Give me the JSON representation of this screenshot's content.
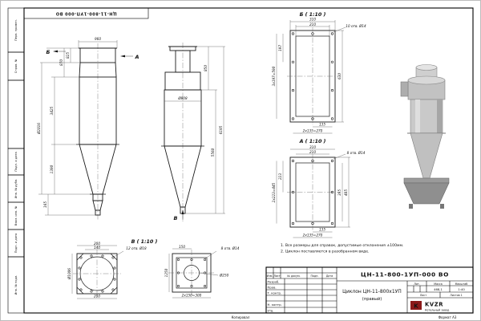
{
  "sheet": {
    "stamp_top": "ЦН-11-800-1УП-000 ВО",
    "copied": "Копировал",
    "format": "Формат А3",
    "margin_labels": {
      "perv": "Перв. примен.",
      "sprav": "Справ. №",
      "podp1": "Подп. и дата",
      "inv_dubl": "Инв. № дубл.",
      "vzam": "Взам. инв. №",
      "podp2": "Подп. и дата",
      "inv_podl": "Инв. № подл."
    }
  },
  "views": {
    "front": {
      "arrow_b": "Б",
      "arrow_a": "А",
      "dim_960": "960",
      "dim_825": "825",
      "dim_870": "870",
      "dim_3425": "3425",
      "dim_1390": "1390",
      "dim_165": "165",
      "dim_dia": "Ø2016"
    },
    "side": {
      "arrow_v": "В",
      "dim_dia": "Ø808",
      "dim_850": "850",
      "dim_5560": "5560",
      "dim_6195": "6195"
    },
    "section_b": {
      "title": "Б ( 1:10 )",
      "dim_310": "310",
      "dim_210": "210",
      "holes": "10 отв. Ø14",
      "dim_197": "197",
      "dim_3x197": "3x197=590",
      "dim_630": "630",
      "dim_135": "135",
      "dim_2x135": "2x135=270"
    },
    "section_a": {
      "title": "А ( 1:10 )",
      "dim_310": "310",
      "dim_210": "210",
      "holes": "8 отв. Ø14",
      "dim_223": "223",
      "dim_2x223": "2x223=445",
      "dim_395": "395",
      "dim_485": "485",
      "dim_135": "135",
      "dim_2x135": "2x135=270"
    },
    "section_v": {
      "title": "В ( 1:10 )",
      "left": {
        "dim_200t": "200",
        "dim_140": "140",
        "holes": "12 отв. Ø18",
        "dim_dia": "Ø1006",
        "dim_200b": "200"
      },
      "right": {
        "dim_150": "150",
        "holes": "8 отв. Ø14",
        "dim_dia": "Ø250",
        "dim_1250": "1250",
        "dim_2x150": "2x150=300"
      }
    }
  },
  "notes": {
    "line1": "1. Все размеры для справок, допустимые отклонения ±100мм.",
    "line2": "2. Циклон поставляется в разобранном виде."
  },
  "title_block": {
    "doc_number": "ЦН-11-800-1УП-000 ВО",
    "name_line1": "Циклон ЦН-11-800х1УП",
    "name_line2": "(правый)",
    "cols": {
      "izm": "Изм.",
      "list": "Лист",
      "doc": "№ докум.",
      "podp": "Подп.",
      "data": "Дата"
    },
    "rows": {
      "razrab": "Разраб.",
      "prov": "Пров.",
      "tkontr": "Т. контр.",
      "nkontr": "Н. контр.",
      "utv": "Утв."
    },
    "lit_label": "Лит.",
    "mass_label": "Масса",
    "scale_label": "Масштаб",
    "mass_value": "468,1",
    "scale_value": "1:40",
    "list_label": "Лист",
    "listov_label": "Листов 1",
    "logo": "KVZR",
    "company": "Котельный завод"
  }
}
